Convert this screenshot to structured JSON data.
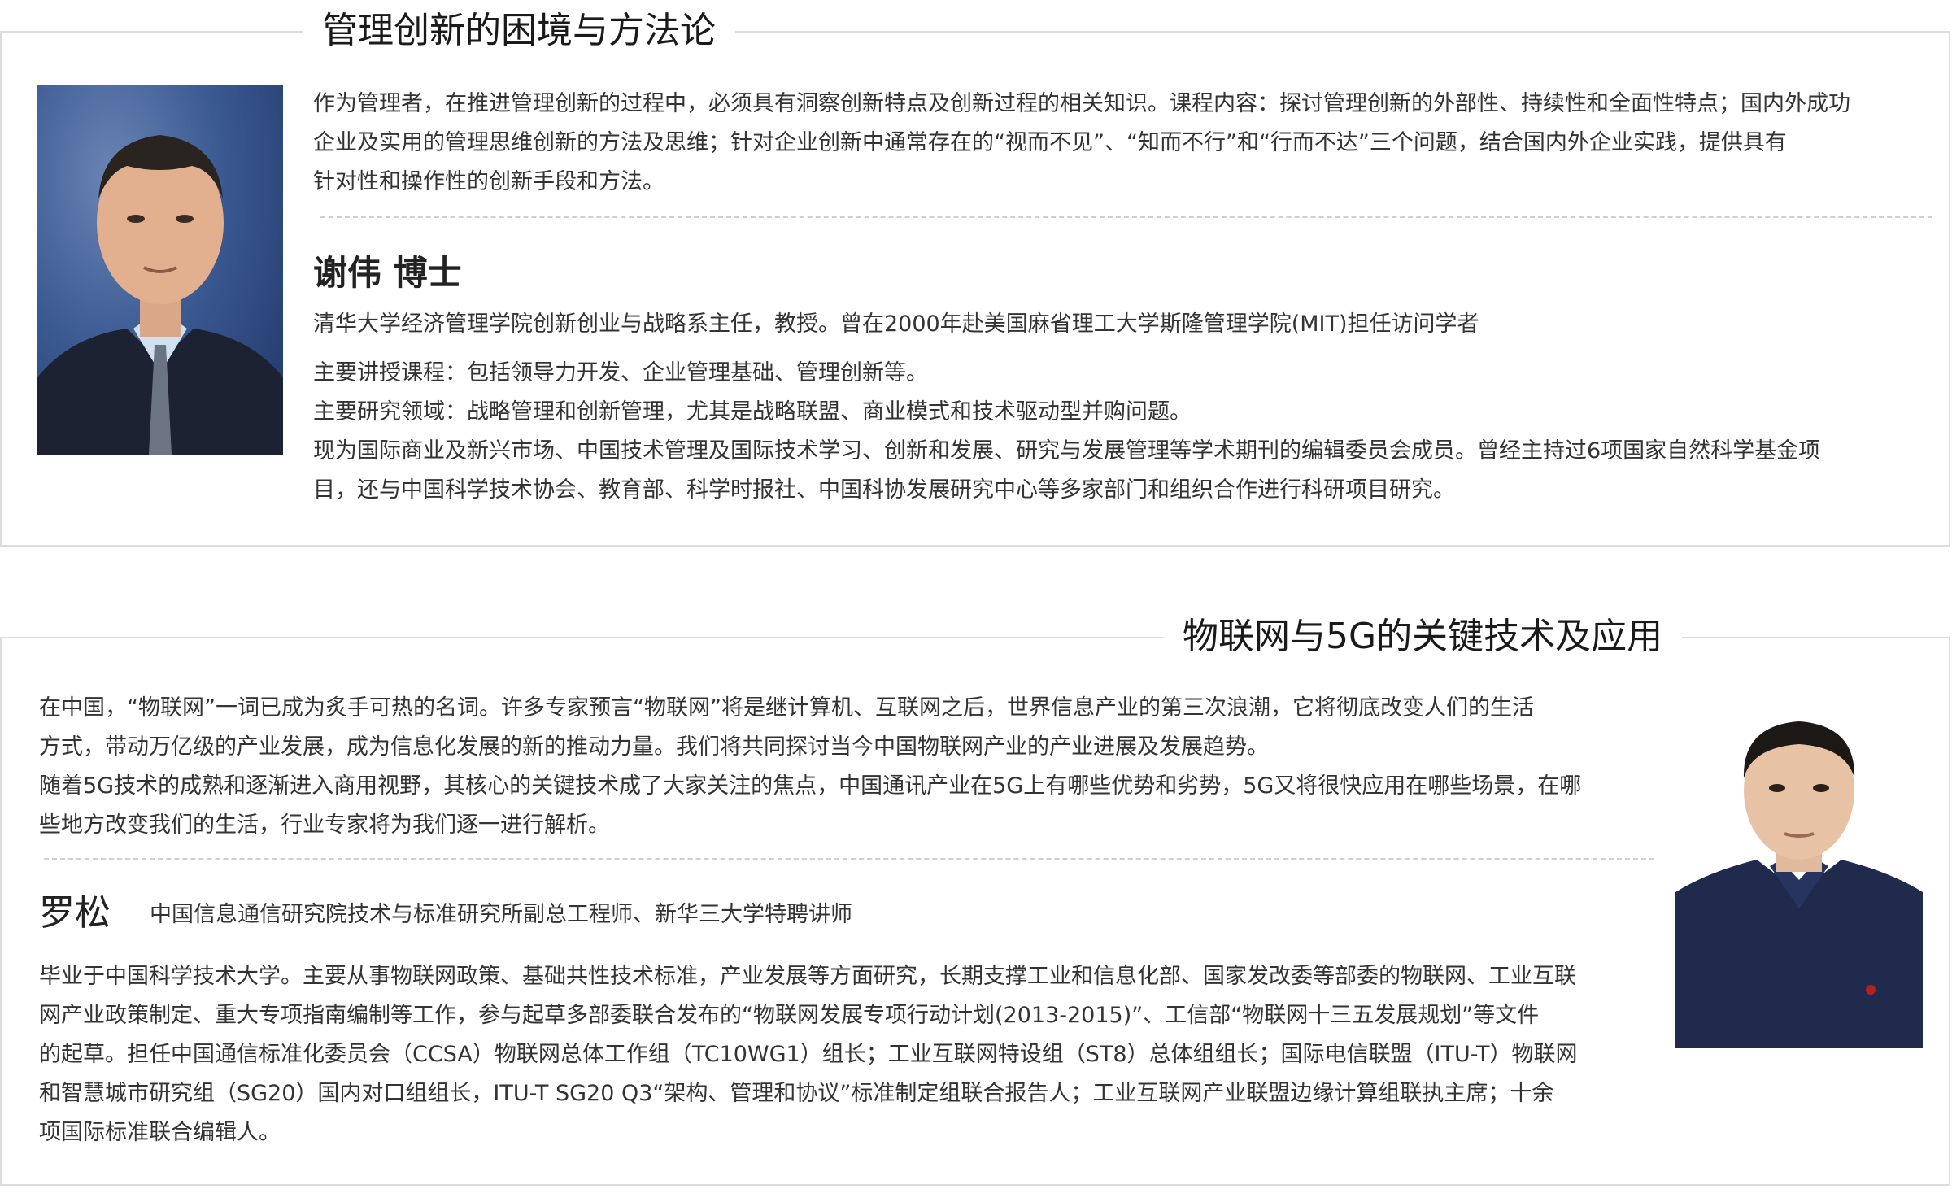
{
  "section1": {
    "title": "管理创新的困境与方法论",
    "intro_lines": [
      "作为管理者，在推进管理创新的过程中，必须具有洞察创新特点及创新过程的相关知识。课程内容：探讨管理创新的外部性、持续性和全面性特点；国内外成功",
      "企业及实用的管理思维创新的方法及思维；针对企业创新中通常存在的“视而不见”、“知而不行”和“行而不达”三个问题，结合国内外企业实践，提供具有",
      "针对性和操作性的创新手段和方法。"
    ],
    "speaker": {
      "name": "谢伟 博士",
      "title": "清华大学经济管理学院创新创业与战略系主任，教授。曾在2000年赴美国麻省理工大学斯隆管理学院(MIT)担任访问学者",
      "detail_lines": [
        "主要讲授课程：包括领导力开发、企业管理基础、管理创新等。",
        "主要研究领域：战略管理和创新管理，尤其是战略联盟、商业模式和技术驱动型并购问题。",
        "现为国际商业及新兴市场、中国技术管理及国际技术学习、创新和发展、研究与发展管理等学术期刊的编辑委员会成员。曾经主持过6项国家自然科学基金项",
        "目，还与中国科学技术协会、教育部、科学时报社、中国科协发展研究中心等多家部门和组织合作进行科研项目研究。"
      ]
    }
  },
  "section2": {
    "title": "物联网与5G的关键技术及应用",
    "intro_lines": [
      "在中国，“物联网”一词已成为炙手可热的名词。许多专家预言“物联网”将是继计算机、互联网之后，世界信息产业的第三次浪潮，它将彻底改变人们的生活",
      "方式，带动万亿级的产业发展，成为信息化发展的新的推动力量。我们将共同探讨当今中国物联网产业的产业进展及发展趋势。",
      "随着5G技术的成熟和逐渐进入商用视野，其核心的关键技术成了大家关注的焦点，中国通讯产业在5G上有哪些优势和劣势，5G又将很快应用在哪些场景，在哪",
      "些地方改变我们的生活，行业专家将为我们逐一进行解析。"
    ],
    "speaker": {
      "name": "罗松",
      "title": "中国信息通信研究院技术与标准研究所副总工程师、新华三大学特聘讲师",
      "detail_lines": [
        "毕业于中国科学技术大学。主要从事物联网政策、基础共性技术标准，产业发展等方面研究，长期支撑工业和信息化部、国家发改委等部委的物联网、工业互联",
        "网产业政策制定、重大专项指南编制等工作，参与起草多部委联合发布的“物联网发展专项行动计划(2013-2015)”、工信部“物联网十三五发展规划”等文件",
        "的起草。担任中国通信标准化委员会（CCSA）物联网总体工作组（TC10WG1）组长；工业互联网特设组（ST8）总体组组长；国际电信联盟（ITU-T）物联网",
        "和智慧城市研究组（SG20）国内对口组组长，ITU-T SG20 Q3“架构、管理和协议”标准制定组联合报告人；工业互联网产业联盟边缘计算组联执主席；十余",
        "项国际标准联合编辑人。"
      ]
    }
  }
}
